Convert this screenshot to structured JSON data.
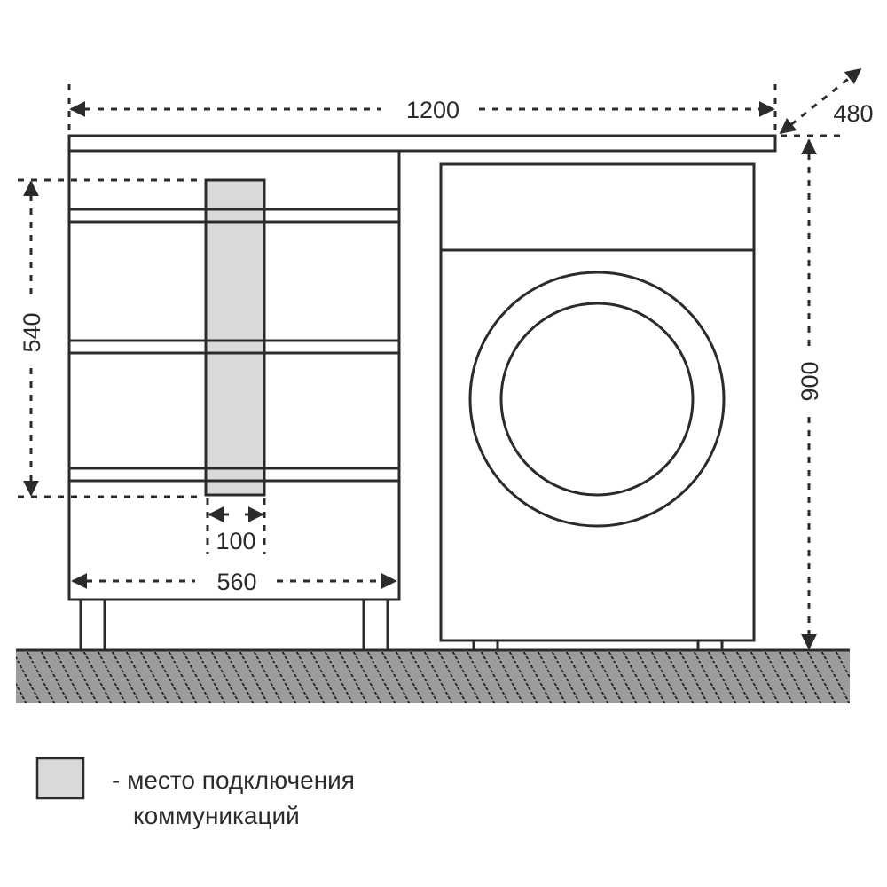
{
  "dimensions": {
    "total_width": "1200",
    "depth": "480",
    "height": "900",
    "connection_height": "540",
    "connection_width": "100",
    "cabinet_width": "560"
  },
  "legend": {
    "line1": "- место подключения",
    "line2": "коммуникаций"
  },
  "colors": {
    "connection_zone": "#d9d9d9",
    "floor": "#9c9c9c",
    "lines": "#2b2b2b"
  }
}
